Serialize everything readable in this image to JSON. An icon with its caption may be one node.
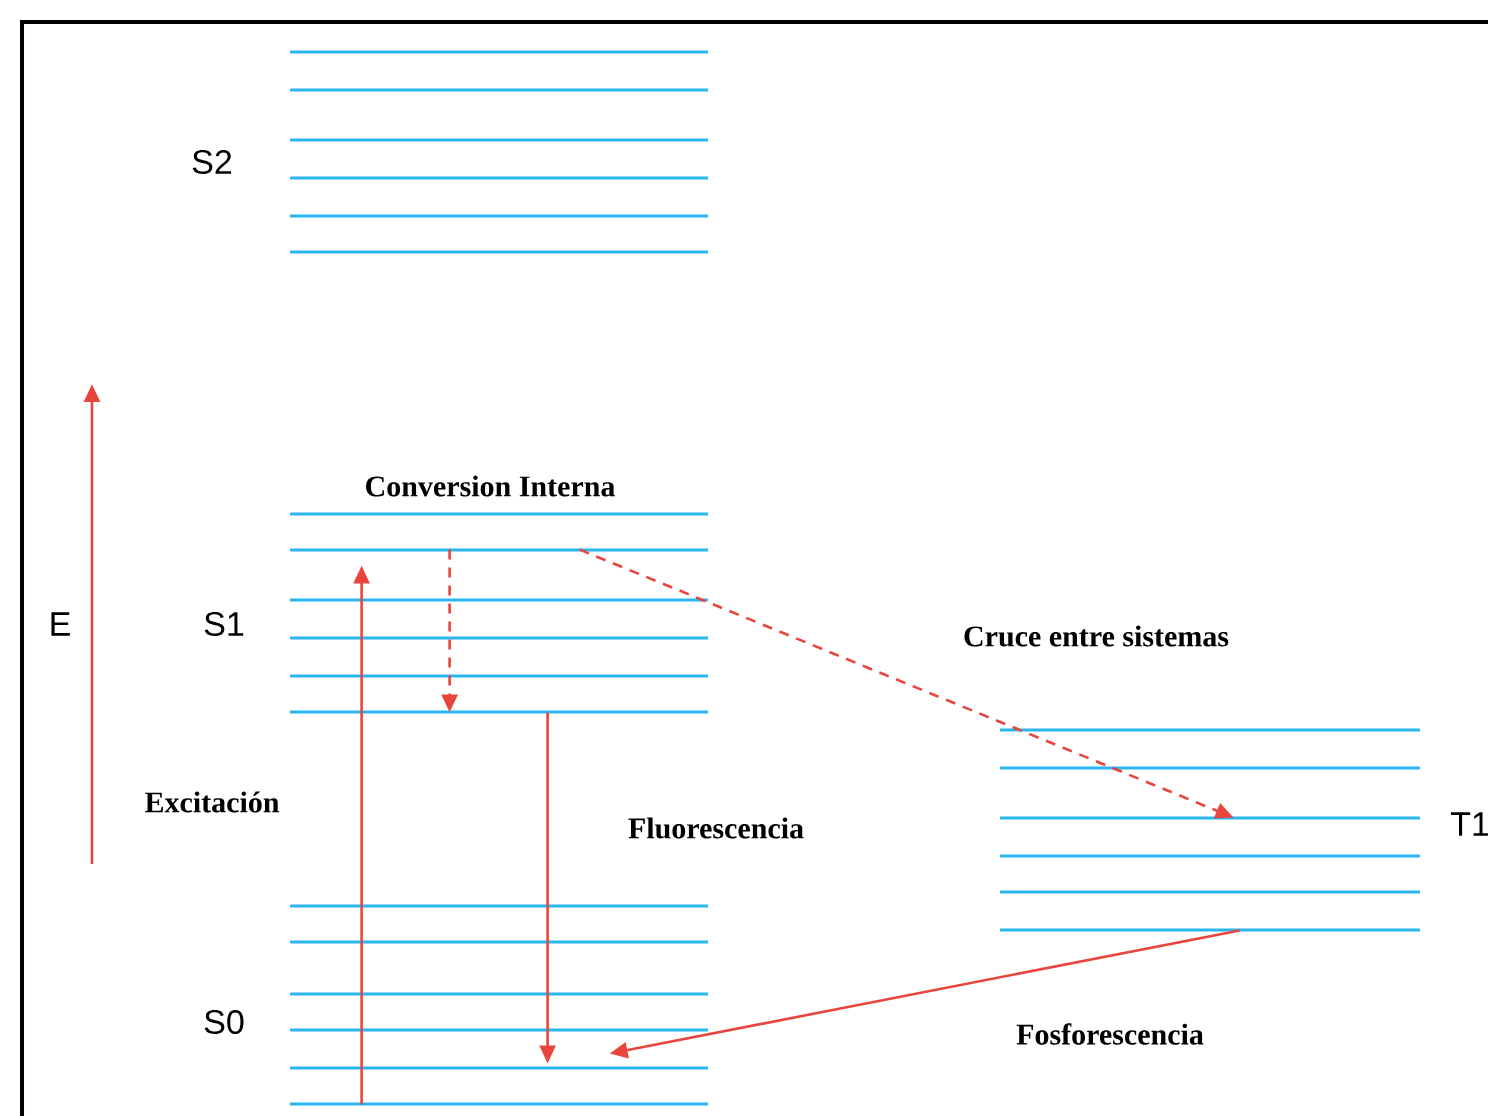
{
  "diagram": {
    "nodes": [
      {
        "text": [
          "S2"
        ]
      },
      {
        "text": [
          "S1"
        ]
      },
      {
        "text": [
          "S0"
        ]
      },
      {
        "text": [
          "T1"
        ]
      }
    ],
    "edges": [
      {
        "from": 2,
        "to": 1,
        "arrow": "to",
        "label": "Excitación"
      },
      {
        "from": 1,
        "to": 1,
        "arrow": "to",
        "style": "dashed",
        "label": "Conversion Interna"
      },
      {
        "from": 1,
        "to": 2,
        "arrow": "to",
        "label": "Fluorescencia"
      },
      {
        "from": 1,
        "to": 3,
        "arrow": "to",
        "style": "dashed",
        "label": "Cruce entre sistemas"
      },
      {
        "from": 3,
        "to": 2,
        "arrow": "to",
        "label": "Fosforescencia"
      }
    ],
    "labels": [
      "E"
    ]
  }
}
